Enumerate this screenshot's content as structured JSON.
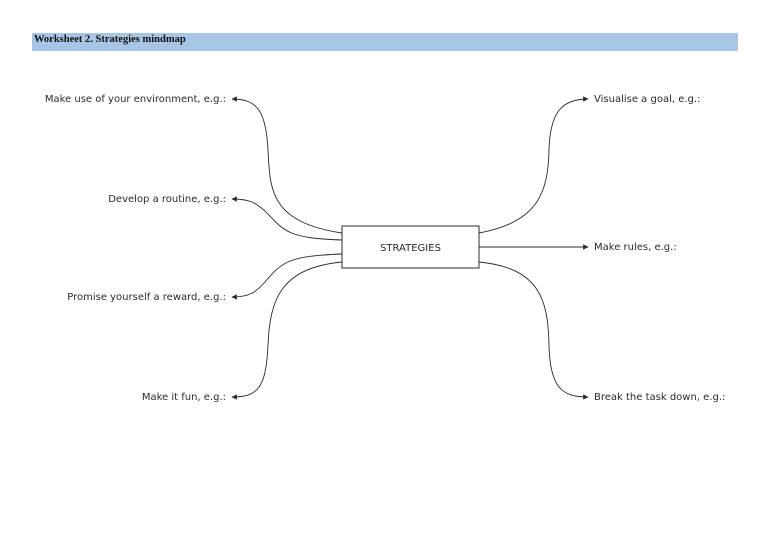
{
  "header": {
    "title": "Worksheet 2. Strategies mindmap",
    "background_color": "#a7c6e6"
  },
  "mindmap": {
    "center_label": "STRATEGIES",
    "left_branches": [
      "Make use of your environment, e.g.:",
      "Develop a routine, e.g.:",
      "Promise yourself a reward, e.g.:",
      "Make it fun, e.g.:"
    ],
    "right_branches": [
      "Visualise a goal, e.g.:",
      "Make rules, e.g.:",
      "Break the task down, e.g.:"
    ]
  }
}
